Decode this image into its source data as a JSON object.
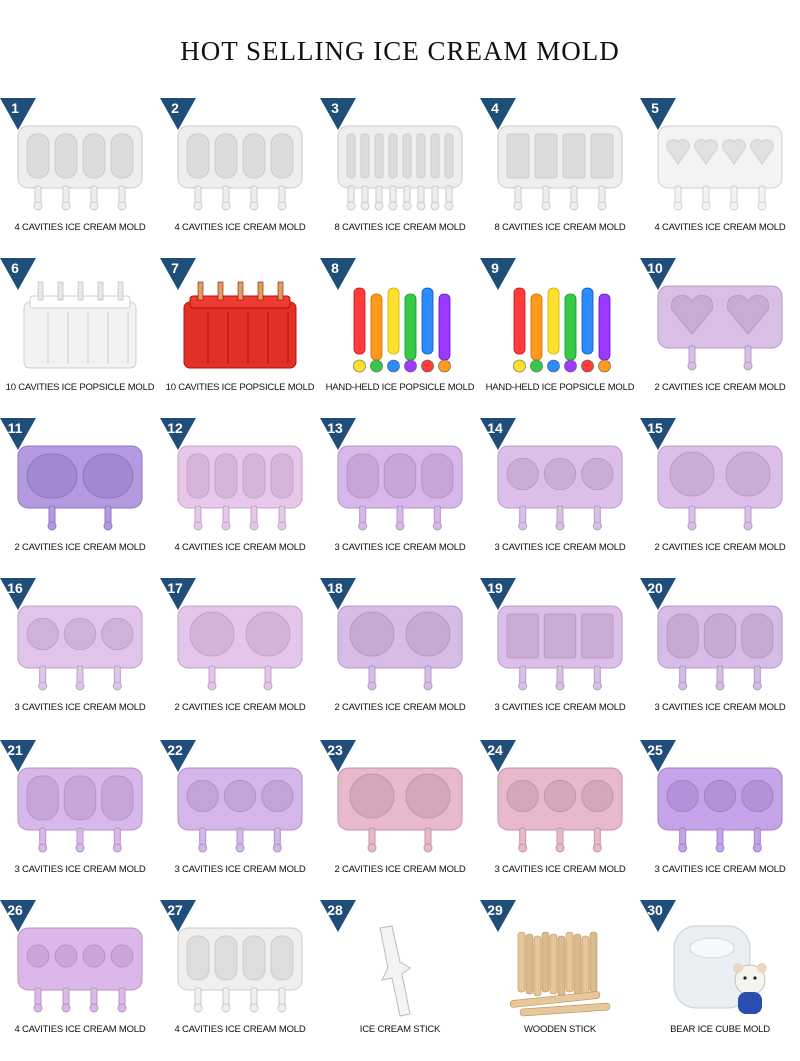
{
  "title": "HOT SELLING ICE CREAM MOLD",
  "badge_color": "#1f4e79",
  "items": [
    {
      "n": "1",
      "label": "4 CAVITIES ICE CREAM MOLD",
      "kind": "tray",
      "color": "#eeeeef",
      "cavities": 4,
      "shape": "oval"
    },
    {
      "n": "2",
      "label": "4 CAVITIES ICE CREAM MOLD",
      "kind": "tray",
      "color": "#eeeeef",
      "cavities": 4,
      "shape": "oval"
    },
    {
      "n": "3",
      "label": "8 CAVITIES ICE CREAM MOLD",
      "kind": "tray",
      "color": "#eeeeef",
      "cavities": 8,
      "shape": "oval"
    },
    {
      "n": "4",
      "label": "8 CAVITIES ICE CREAM MOLD",
      "kind": "tray",
      "color": "#eeeeef",
      "cavities": 4,
      "shape": "rect"
    },
    {
      "n": "5",
      "label": "4 CAVITIES ICE CREAM MOLD",
      "kind": "tray",
      "color": "#f3f3f3",
      "cavities": 4,
      "shape": "heart"
    },
    {
      "n": "6",
      "label": "10 CAVITIES ICE POPSICLE MOLD",
      "kind": "block",
      "color": "#f2f2f2",
      "cavities": 5
    },
    {
      "n": "7",
      "label": "10 CAVITIES ICE POPSICLE MOLD",
      "kind": "block",
      "color": "#e03028",
      "cavities": 5
    },
    {
      "n": "8",
      "label": "HAND-HELD ICE POPSICLE MOLD",
      "kind": "tubes",
      "color": "#ff5522",
      "cavities": 6
    },
    {
      "n": "9",
      "label": "HAND-HELD ICE POPSICLE MOLD",
      "kind": "tubes",
      "color": "#22aa44",
      "cavities": 6
    },
    {
      "n": "10",
      "label": "2 CAVITIES ICE CREAM MOLD",
      "kind": "tray",
      "color": "#d9bfe6",
      "cavities": 2,
      "shape": "heart"
    },
    {
      "n": "11",
      "label": "2 CAVITIES ICE CREAM MOLD",
      "kind": "tray",
      "color": "#b49ae0",
      "cavities": 2,
      "shape": "oval"
    },
    {
      "n": "12",
      "label": "4 CAVITIES ICE CREAM MOLD",
      "kind": "tray",
      "color": "#e8c8ea",
      "cavities": 4,
      "shape": "oval"
    },
    {
      "n": "13",
      "label": "3 CAVITIES ICE CREAM MOLD",
      "kind": "tray",
      "color": "#d8b8ea",
      "cavities": 3,
      "shape": "oval"
    },
    {
      "n": "14",
      "label": "3 CAVITIES ICE CREAM MOLD",
      "kind": "tray",
      "color": "#dcbfe8",
      "cavities": 3,
      "shape": "round"
    },
    {
      "n": "15",
      "label": "2 CAVITIES ICE CREAM MOLD",
      "kind": "tray",
      "color": "#dcbfe8",
      "cavities": 2,
      "shape": "round"
    },
    {
      "n": "16",
      "label": "3 CAVITIES ICE CREAM MOLD",
      "kind": "tray",
      "color": "#e0c4ea",
      "cavities": 3,
      "shape": "round"
    },
    {
      "n": "17",
      "label": "2 CAVITIES ICE CREAM MOLD",
      "kind": "tray",
      "color": "#e4c6ea",
      "cavities": 2,
      "shape": "round"
    },
    {
      "n": "18",
      "label": "2 CAVITIES ICE CREAM MOLD",
      "kind": "tray",
      "color": "#d8bce8",
      "cavities": 2,
      "shape": "round"
    },
    {
      "n": "19",
      "label": "3 CAVITIES ICE CREAM MOLD",
      "kind": "tray",
      "color": "#dcbfe8",
      "cavities": 3,
      "shape": "rect"
    },
    {
      "n": "20",
      "label": "3 CAVITIES ICE CREAM MOLD",
      "kind": "tray",
      "color": "#d8bce8",
      "cavities": 3,
      "shape": "oval"
    },
    {
      "n": "21",
      "label": "3 CAVITIES ICE CREAM MOLD",
      "kind": "tray",
      "color": "#d8b8ea",
      "cavities": 3,
      "shape": "oval"
    },
    {
      "n": "22",
      "label": "3 CAVITIES ICE CREAM MOLD",
      "kind": "tray",
      "color": "#d4b6ea",
      "cavities": 3,
      "shape": "round"
    },
    {
      "n": "23",
      "label": "2 CAVITIES ICE CREAM MOLD",
      "kind": "tray",
      "color": "#e8b8cc",
      "cavities": 2,
      "shape": "round"
    },
    {
      "n": "24",
      "label": "3 CAVITIES ICE CREAM MOLD",
      "kind": "tray",
      "color": "#e8b8cc",
      "cavities": 3,
      "shape": "round"
    },
    {
      "n": "25",
      "label": "3 CAVITIES ICE CREAM MOLD",
      "kind": "tray",
      "color": "#c6a4ea",
      "cavities": 3,
      "shape": "round"
    },
    {
      "n": "26",
      "label": "4 CAVITIES ICE CREAM MOLD",
      "kind": "tray",
      "color": "#dcb8ea",
      "cavities": 4,
      "shape": "round"
    },
    {
      "n": "27",
      "label": "4 CAVITIES ICE CREAM MOLD",
      "kind": "tray",
      "color": "#f0eeee",
      "cavities": 4,
      "shape": "oval"
    },
    {
      "n": "28",
      "label": "ICE CREAM STICK",
      "kind": "stick",
      "color": "#f4f4f4"
    },
    {
      "n": "29",
      "label": "WOODEN STICK",
      "kind": "wood",
      "color": "#e6c79a"
    },
    {
      "n": "30",
      "label": "BEAR ICE CUBE MOLD",
      "kind": "bear",
      "color": "#e9eef2"
    }
  ]
}
